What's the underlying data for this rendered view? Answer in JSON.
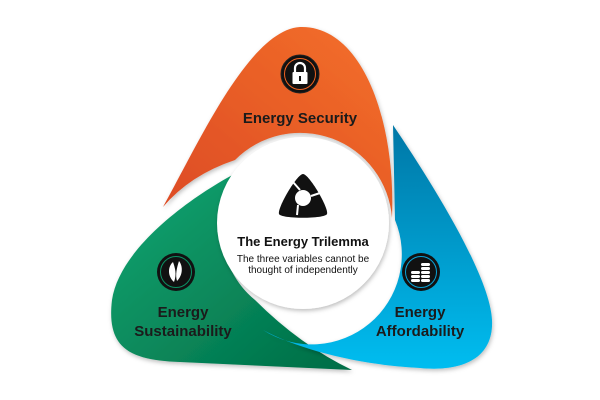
{
  "segments": {
    "security": {
      "label": "Energy Security",
      "icon": "lock-icon",
      "color": "#ef6322"
    },
    "sustainability": {
      "label_line1": "Energy",
      "label_line2": "Sustainability",
      "icon": "leaf-icon",
      "color": "#0b9163"
    },
    "affordability": {
      "label_line1": "Energy",
      "label_line2": "Affordability",
      "icon": "coins-icon",
      "color": "#0aa3d8"
    }
  },
  "center": {
    "title": "The Energy Trilemma",
    "subtitle_line1": "The three variables cannot be",
    "subtitle_line2": "thought of independently"
  }
}
